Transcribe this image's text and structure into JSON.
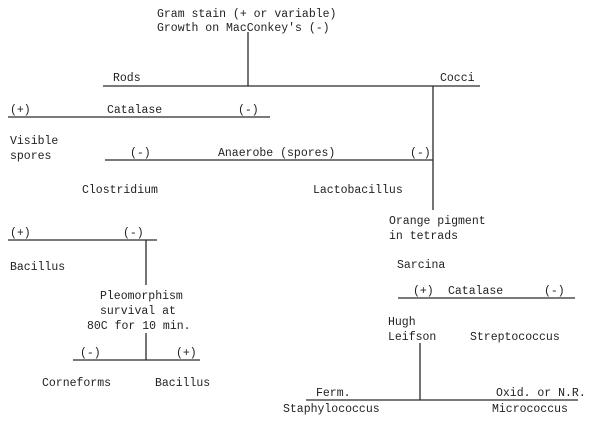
{
  "title": {
    "line1": "Gram stain (+ or variable)",
    "line2": "Growth on MacConkey's (-)"
  },
  "top_split": {
    "left": "Rods",
    "right": "Cocci"
  },
  "catalase_rods": {
    "pos": "(+)",
    "label": "Catalase",
    "neg": "(-)"
  },
  "visible_spores": {
    "line1": "Visible",
    "line2": "spores"
  },
  "anaerobe": {
    "neg_left": "(-)",
    "label": "Anaerobe (spores)",
    "neg_right": "(-)"
  },
  "clostridium": "Clostridium",
  "lactobacillus": "Lactobacillus",
  "spore_split": {
    "pos": "(+)",
    "neg": "(-)"
  },
  "bacillus_1": "Bacillus",
  "pleomorphism": {
    "line1": "Pleomorphism",
    "line2": "survival at",
    "line3": "80C for 10 min."
  },
  "pleo_split": {
    "neg": "(-)",
    "pos": "(+)"
  },
  "corneforms": "Corneforms",
  "bacillus_2": "Bacillus",
  "orange_pigment": {
    "line1": "Orange pigment",
    "line2": "in tetrads"
  },
  "sarcina": "Sarcina",
  "catalase_cocci": {
    "pos": "(+)",
    "label": "Catalase",
    "neg": "(-)"
  },
  "hugh_leifson": {
    "line1": "Hugh",
    "line2": "Leifson"
  },
  "streptococcus": "Streptococcus",
  "ferm": "Ferm.",
  "staphylococcus": "Staphylococcus",
  "oxid": "Oxid. or N.R.",
  "micrococcus": "Micrococcus"
}
